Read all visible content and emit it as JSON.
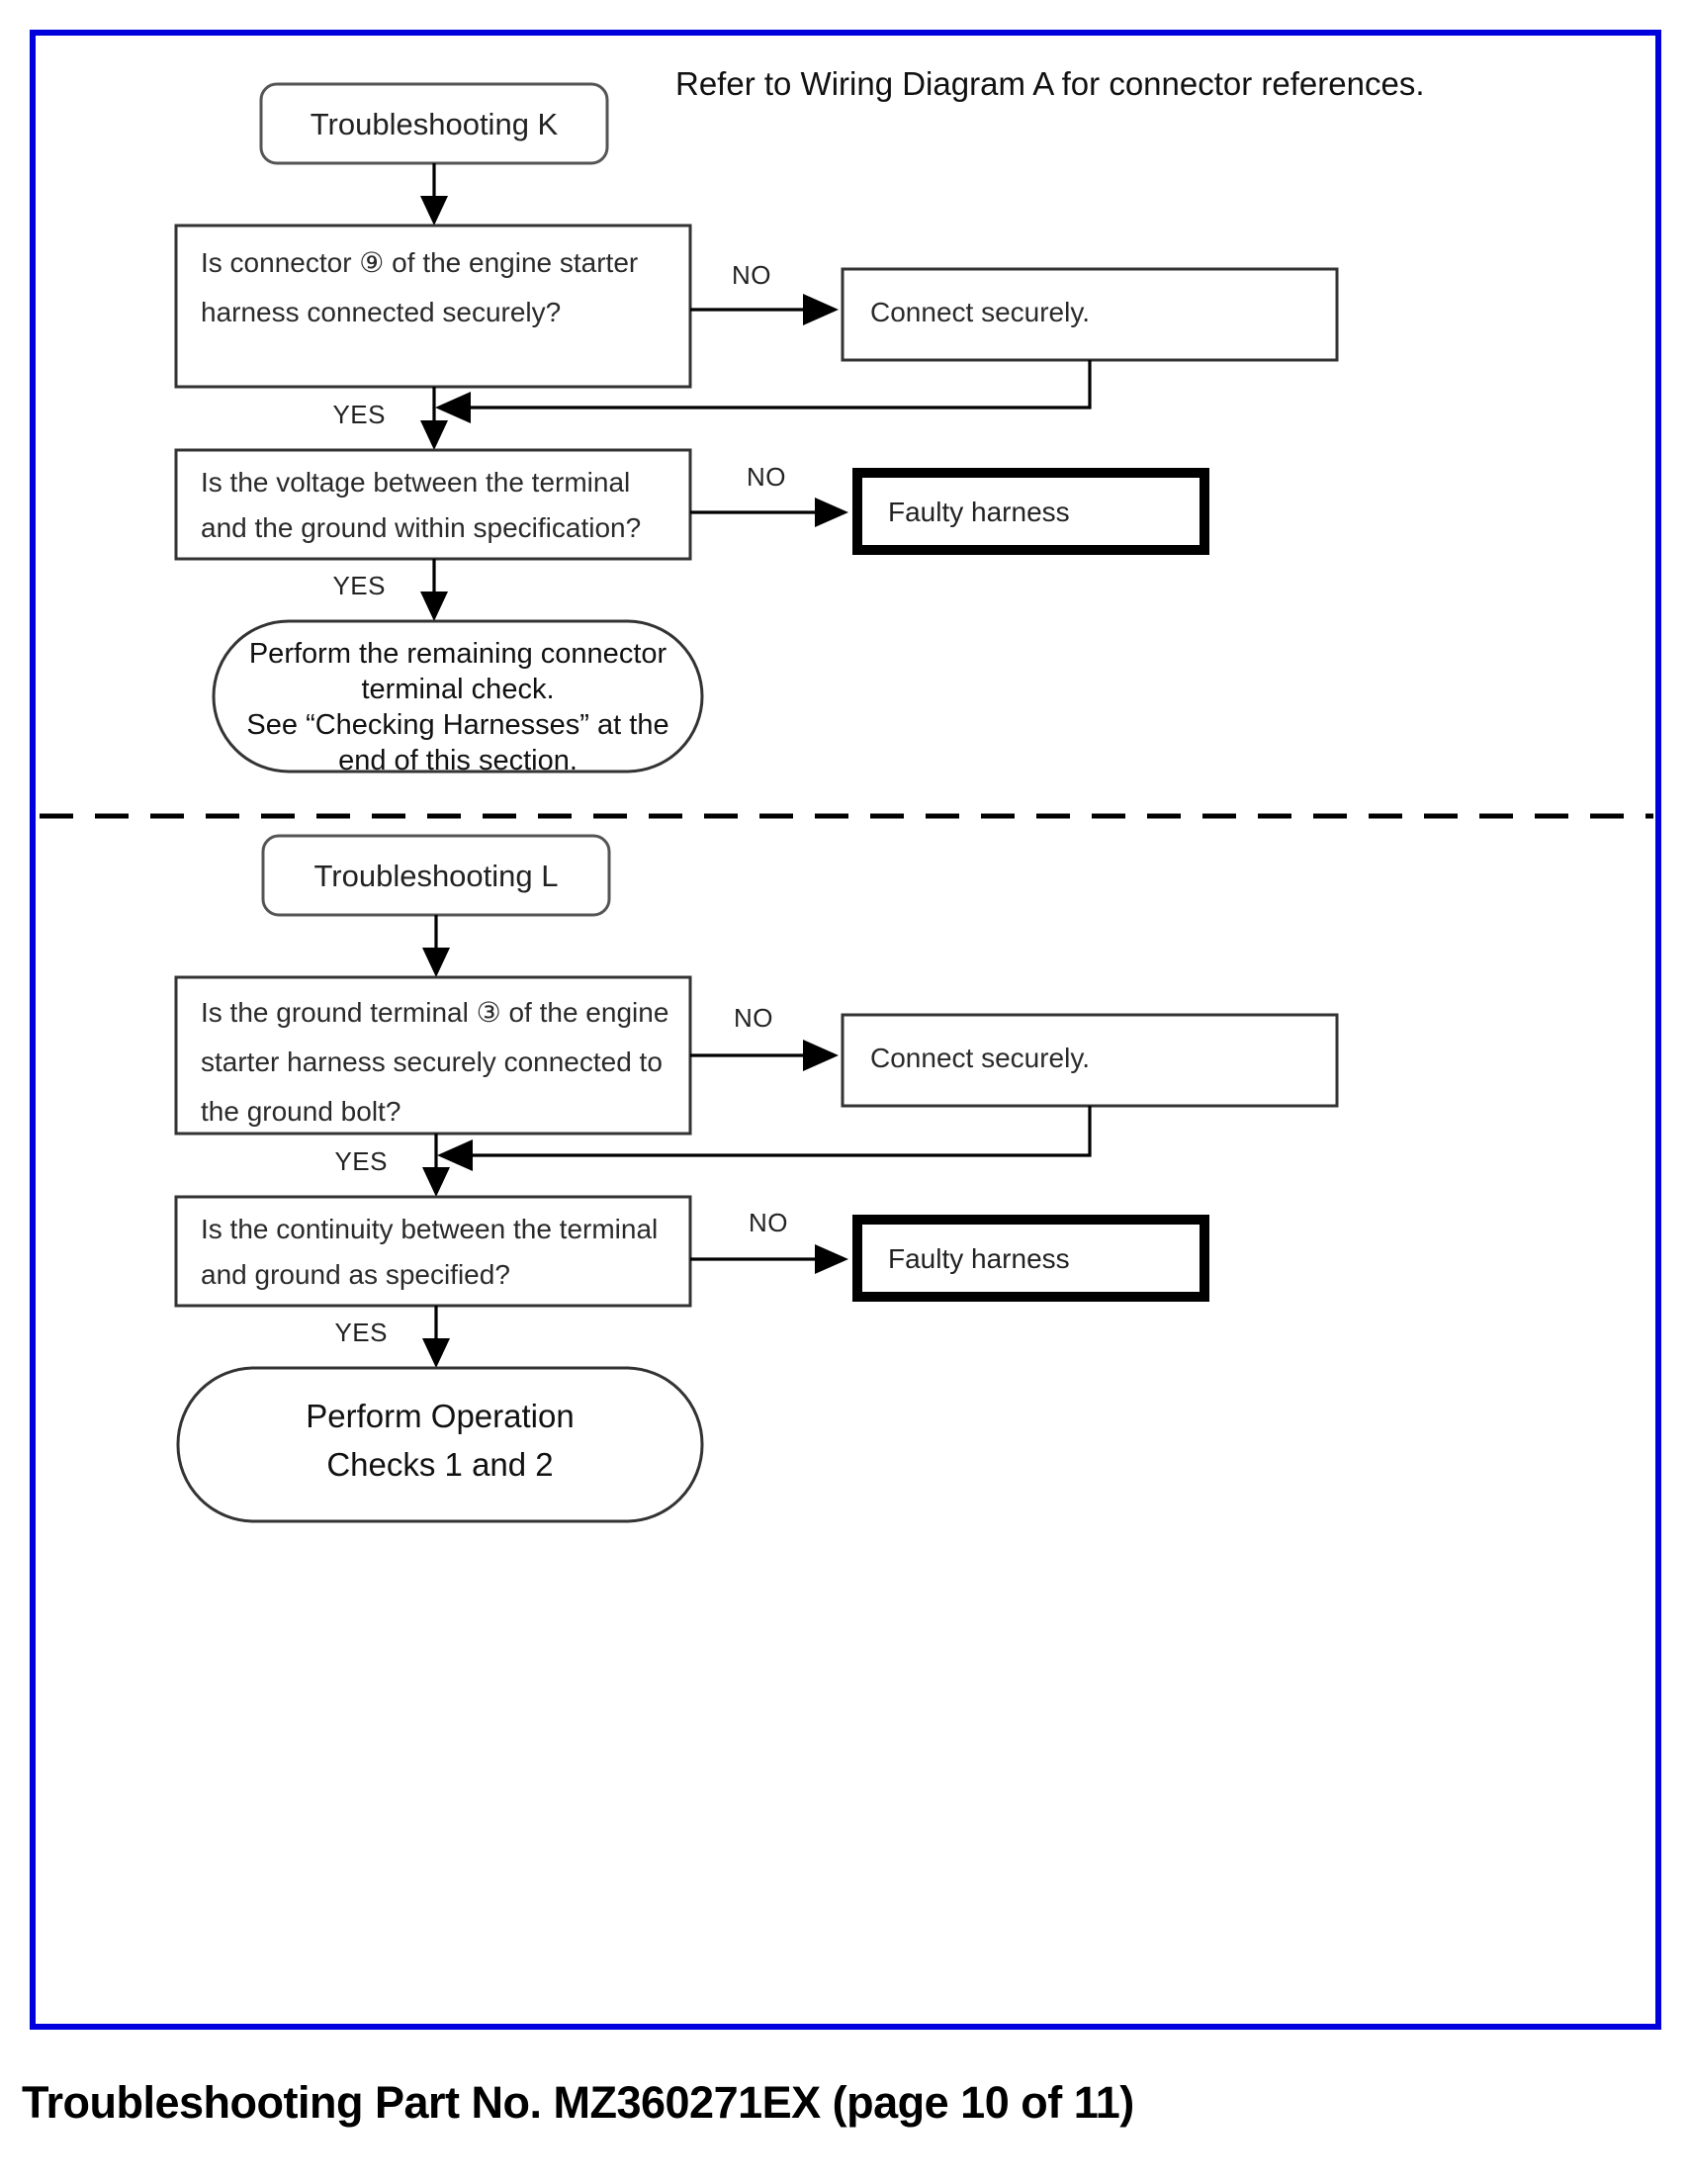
{
  "document": {
    "header_note": "Refer to Wiring Diagram A for connector references.",
    "footer": "Troubleshooting Part No. MZ360271EX (page 10 of 11)",
    "frame_color": "#0000dd"
  },
  "sections": [
    {
      "id": "k",
      "title": "Troubleshooting K",
      "nodes": {
        "q1": "Is  connector ⑨ of  the  engine  starter\nharness connected securely?",
        "q1_line1": "Is  connector ⑨ of  the  engine  starter",
        "q1_line2": "harness connected securely?",
        "a1": "Connect securely.",
        "q2_line1": "Is the voltage between the terminal",
        "q2_line2": "and the ground within specification?",
        "a2": "Faulty harness",
        "end_line1": "Perform the remaining connector",
        "end_line2": "terminal check.",
        "end_line3": "See “Checking Harnesses” at the",
        "end_line4": "end of this section."
      },
      "branches": {
        "no1": "NO",
        "yes1": "YES",
        "no2": "NO",
        "yes2": "YES"
      }
    },
    {
      "id": "l",
      "title": "Troubleshooting L",
      "nodes": {
        "q1_line1": "Is the ground terminal ③ of the engine",
        "q1_line2": "starter harness securely connected to",
        "q1_line3": "the ground bolt?",
        "a1": "Connect securely.",
        "q2_line1": "Is  the  continuity  between  the terminal",
        "q2_line2": "and ground as specified?",
        "a2": "Faulty harness",
        "end_line1": "Perform Operation",
        "end_line2": "Checks 1 and 2"
      },
      "branches": {
        "no1": "NO",
        "yes1": "YES",
        "no2": "NO",
        "yes2": "YES"
      }
    }
  ]
}
